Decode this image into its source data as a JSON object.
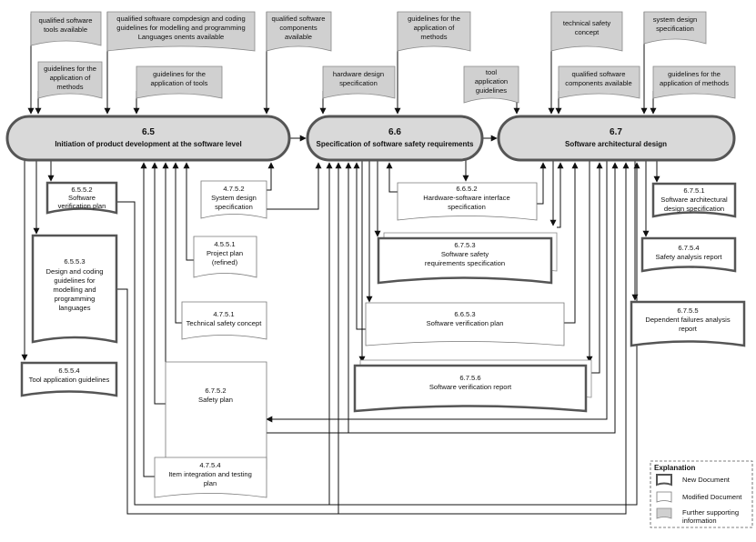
{
  "phases": [
    {
      "number": "6.5",
      "title": "Initiation of product development at the software level"
    },
    {
      "number": "6.6",
      "title": "Specification of software safety requirements"
    },
    {
      "number": "6.7",
      "title": "Software architectural design"
    }
  ],
  "supporting_info": [
    {
      "lines": [
        "qualified software",
        "tools available"
      ]
    },
    {
      "lines": [
        "qualified software compdesign and coding",
        "guidelines for modelling and programming",
        "Languages onents available"
      ]
    },
    {
      "lines": [
        "qualified software",
        "components",
        "available"
      ]
    },
    {
      "lines": [
        "guidelines for the",
        "application of",
        "methods"
      ]
    },
    {
      "lines": [
        "guidelines for the",
        "application of tools"
      ]
    },
    {
      "lines": [
        "guidelines for the",
        "application of",
        "methods"
      ]
    },
    {
      "lines": [
        "hardware design",
        "specification"
      ]
    },
    {
      "lines": [
        "technical safety",
        "concept"
      ]
    },
    {
      "lines": [
        "system design",
        "specification"
      ]
    },
    {
      "lines": [
        "tool",
        "application",
        "guidelines"
      ]
    },
    {
      "lines": [
        "qualified software",
        "components available"
      ]
    },
    {
      "lines": [
        "guidelines for the",
        "application of methods"
      ]
    }
  ],
  "documents": [
    {
      "lines": [
        "6.5.5.2",
        "Software",
        "verification plan"
      ]
    },
    {
      "lines": [
        "6.5.5.3",
        "Design and coding",
        "guidelines for",
        "modelling and",
        "programming",
        "languages"
      ]
    },
    {
      "lines": [
        "6.5.5.4",
        "Tool application guidelines"
      ]
    },
    {
      "lines": [
        "4.7.5.2",
        "System design",
        "specification"
      ]
    },
    {
      "lines": [
        "4.5.5.1",
        "Project plan",
        "(refined)"
      ]
    },
    {
      "lines": [
        "4.7.5.1",
        "Technical safety concept"
      ]
    },
    {
      "lines": [
        "6.7.5.2",
        "Safety plan"
      ]
    },
    {
      "lines": [
        "4.7.5.4",
        "Item integration and testing",
        "plan"
      ]
    },
    {
      "lines": [
        "6.6.5.2",
        "Hardware-software interface",
        "specification"
      ]
    },
    {
      "lines": [
        "6.7.5.3",
        "Software safety",
        "requirements specification"
      ]
    },
    {
      "lines": [
        "6.6.5.3",
        "Software verification plan"
      ]
    },
    {
      "lines": [
        "6.7.5.6",
        "Software verification report"
      ]
    },
    {
      "lines": [
        "6.7.5.1",
        "Software architectural",
        "design specification"
      ]
    },
    {
      "lines": [
        "6.7.5.4",
        "Safety analysis report"
      ]
    },
    {
      "lines": [
        "6.7.5.5",
        "Dependent failures analysis",
        "report"
      ]
    }
  ],
  "legend": {
    "title": "Explanation",
    "items": [
      {
        "label": "New Document"
      },
      {
        "label": "Modified  Document"
      },
      {
        "label": "Further supporting information",
        "lines": [
          "Further supporting",
          "information"
        ]
      }
    ]
  },
  "colors": {
    "phase_fill": "#d9d9d9",
    "phase_stroke": "#555555",
    "support_fill": "#d0d0d0",
    "new_doc_stroke": "#555555",
    "line": "#111111"
  }
}
